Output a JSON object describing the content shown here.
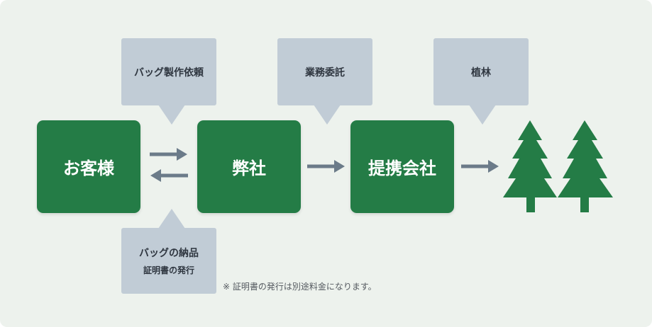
{
  "diagram": {
    "nodes": {
      "customer": "お客様",
      "company": "弊社",
      "partner": "提携会社"
    },
    "bubbles": {
      "bag_order": "バッグ製作依頼",
      "outsourcing": "業務委託",
      "planting": "植林",
      "delivery_title": "バッグの納品",
      "delivery_sub": "証明書の発行"
    },
    "note": "※ 証明書の発行は別途料金になります。",
    "tree_icon": "pine-tree-icon",
    "colors": {
      "node_green": "#247c46",
      "bubble_gray": "#c1ccd6",
      "arrow_gray": "#6b7b89",
      "background": "#edf2ed"
    }
  }
}
